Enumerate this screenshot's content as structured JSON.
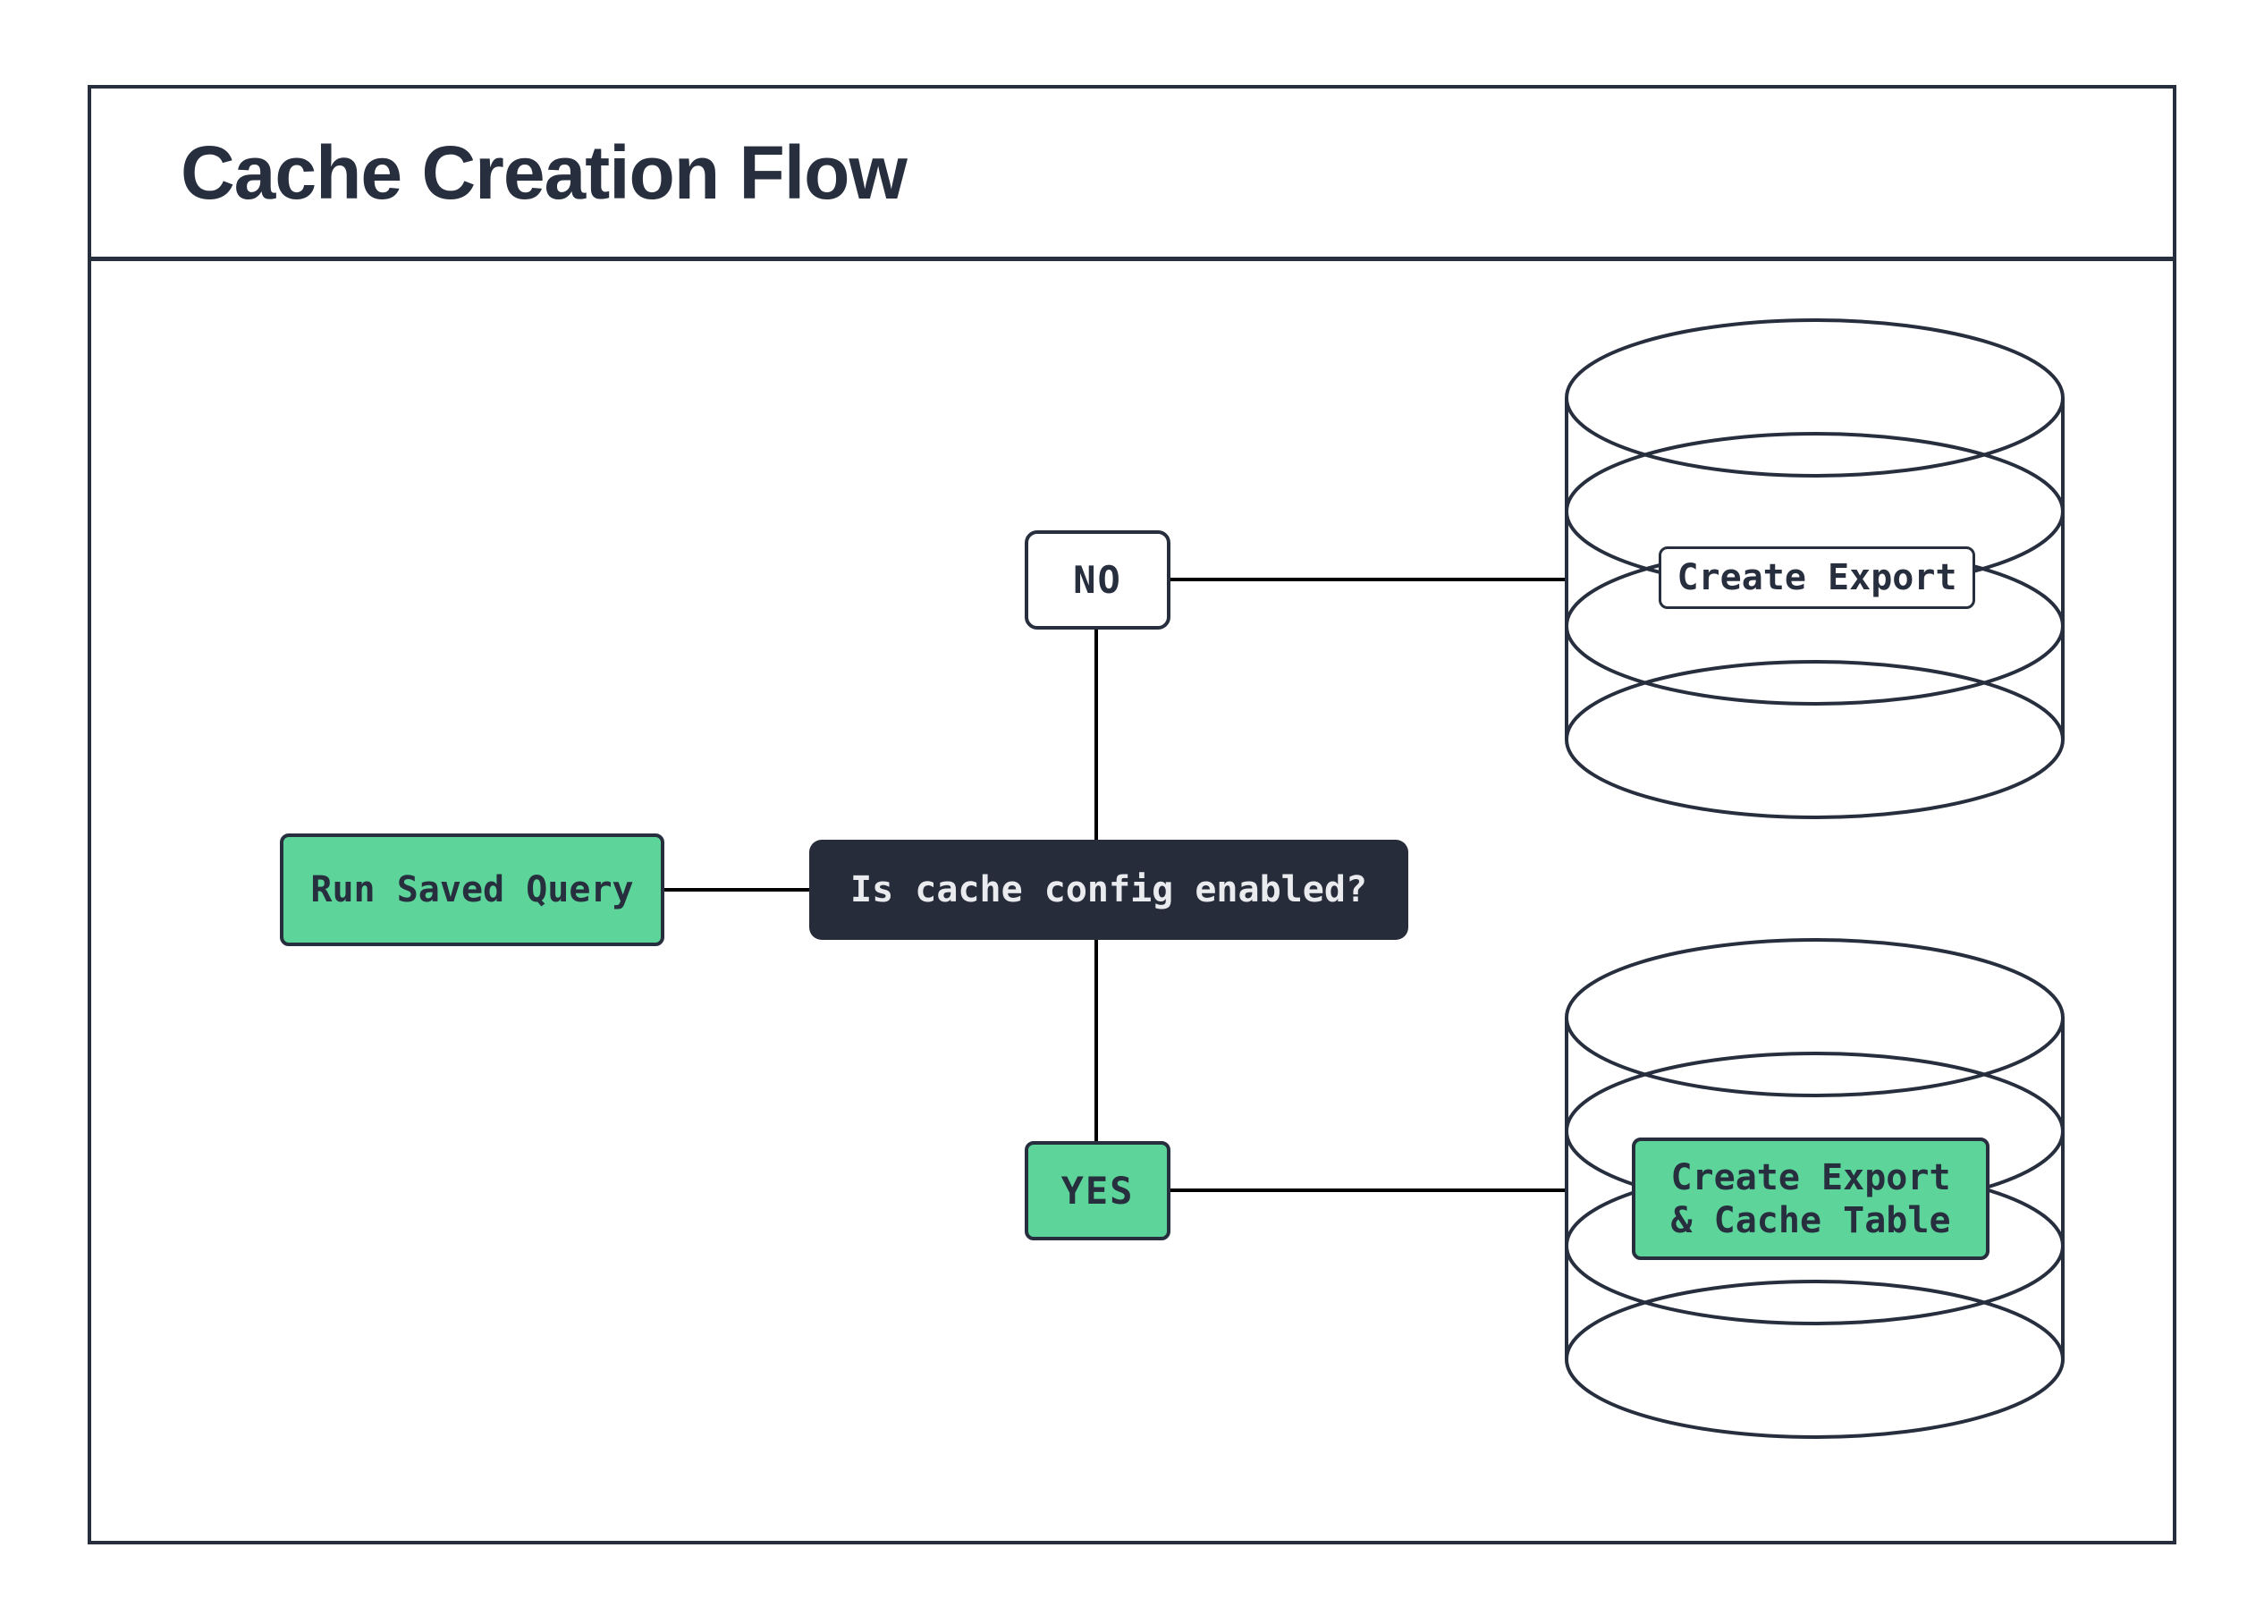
{
  "title": "Cache Creation Flow",
  "colors": {
    "ink": "#272e3e",
    "accent_green": "#5dd59a",
    "decision_fill": "#262c3a",
    "decision_text": "#e9ebee",
    "connector": "#000000",
    "background": "#ffffff"
  },
  "nodes": {
    "start": {
      "label": "Run Saved Query"
    },
    "decision": {
      "label": "Is cache config enabled?"
    },
    "no_branch": {
      "label": "NO"
    },
    "yes_branch": {
      "label": "YES"
    },
    "no_outcome": {
      "label": "Create Export"
    },
    "yes_outcome": {
      "line1": "Create Export",
      "line2": "& Cache Table"
    }
  },
  "edges": [
    {
      "from": "start",
      "to": "decision"
    },
    {
      "from": "decision",
      "to": "no_branch"
    },
    {
      "from": "decision",
      "to": "yes_branch"
    },
    {
      "from": "no_branch",
      "to": "no_outcome"
    },
    {
      "from": "yes_branch",
      "to": "yes_outcome"
    }
  ]
}
